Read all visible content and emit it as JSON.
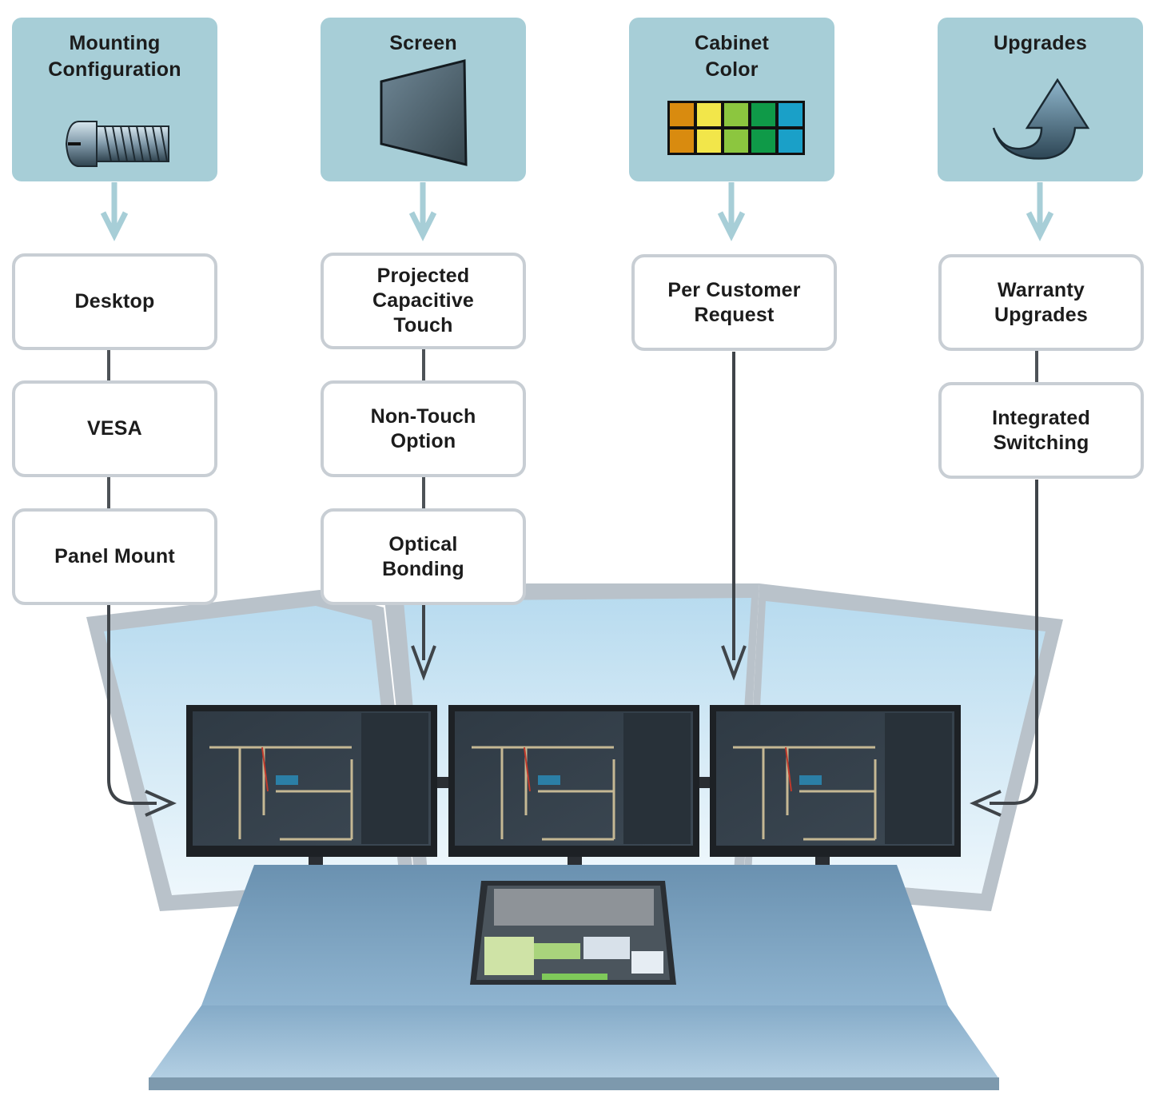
{
  "columns": [
    {
      "header": "Mounting\nConfiguration",
      "icon": "screw-icon",
      "options": [
        "Desktop",
        "VESA",
        "Panel Mount"
      ]
    },
    {
      "header": "Screen",
      "icon": "screen-icon",
      "options": [
        "Projected Capacitive\nTouch",
        "Non-Touch\nOption",
        "Optical\nBonding"
      ]
    },
    {
      "header": "Cabinet\nColor",
      "icon": "color-swatches-icon",
      "options": [
        "Per Customer\nRequest"
      ]
    },
    {
      "header": "Upgrades",
      "icon": "upgrade-arrow-icon",
      "options": [
        "Warranty\nUpgrades",
        "Integrated\nSwitching"
      ]
    }
  ],
  "colors": {
    "header_bg": "#a7ced7",
    "box_border": "#c8ced4",
    "flow_arrow": "#a7ced7",
    "connector": "#4d5257",
    "desk": "#7aa4c4",
    "swatches": [
      "#d98b0f",
      "#f2e64a",
      "#8cc63f",
      "#0f9a48",
      "#1aa0c8"
    ]
  }
}
